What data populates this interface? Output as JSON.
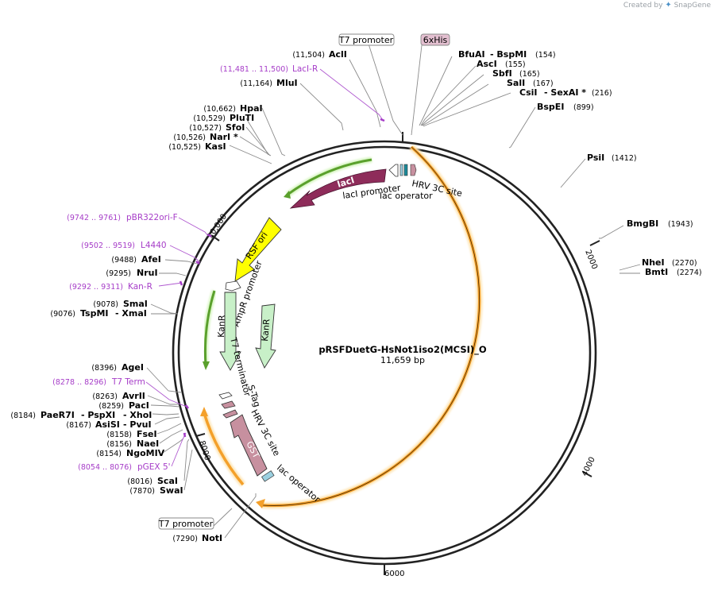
{
  "branding": {
    "created_by": "Created by",
    "product": "SnapGene"
  },
  "plasmid": {
    "name": "pRSFDuetG-HsNot1iso2(MCSI)_O",
    "length": "11,659 bp"
  },
  "ticks": {
    "t2000": "2000",
    "t4000": "4000",
    "t6000": "6000",
    "t8000": "8000",
    "t10000": "10,000"
  },
  "boxed_labels": {
    "t7_promoter_top": "T7 promoter",
    "his_tag": "6xHis",
    "t7_promoter_bottom": "T7 promoter"
  },
  "sites": {
    "acl": {
      "name": "AclI",
      "pos": "(11,504)"
    },
    "mlu": {
      "name": "MluI",
      "pos": "(11,164)"
    },
    "hpa": {
      "name": "HpaI",
      "pos": "(10,662)"
    },
    "plut": {
      "name": "PluTI",
      "pos": "(10,529)"
    },
    "sfo": {
      "name": "SfoI",
      "pos": "(10,527)"
    },
    "nar": {
      "name": "NarI *",
      "pos": "(10,526)"
    },
    "kas": {
      "name": "KasI",
      "pos": "(10,525)"
    },
    "afe": {
      "name": "AfeI",
      "pos": "(9488)"
    },
    "nru": {
      "name": "NruI",
      "pos": "(9295)"
    },
    "sma": {
      "name": "SmaI",
      "pos": "(9078)"
    },
    "tspmi": {
      "name": "TspMI",
      "pos": "(9076)",
      "alt": "- XmaI"
    },
    "age": {
      "name": "AgeI",
      "pos": "(8396)"
    },
    "avr": {
      "name": "AvrII",
      "pos": "(8263)"
    },
    "pac": {
      "name": "PacI",
      "pos": "(8259)"
    },
    "paer": {
      "name": "PaeR7I",
      "pos": "(8184)",
      "alt1": "- PspXI",
      "alt2": "- XhoI"
    },
    "asis": {
      "name": "AsiSI",
      "pos": "(8167)",
      "alt": "- PvuI"
    },
    "fse": {
      "name": "FseI",
      "pos": "(8158)"
    },
    "nae": {
      "name": "NaeI",
      "pos": "(8156)"
    },
    "ngo": {
      "name": "NgoMIV",
      "pos": "(8154)"
    },
    "sca": {
      "name": "ScaI",
      "pos": "(8016)"
    },
    "swa": {
      "name": "SwaI",
      "pos": "(7870)"
    },
    "not": {
      "name": "NotI",
      "pos": "(7290)"
    },
    "bfua": {
      "name": "BfuAI",
      "alt": "- BspMI",
      "pos": "(154)"
    },
    "asc": {
      "name": "AscI",
      "pos": "(155)"
    },
    "sbf": {
      "name": "SbfI",
      "pos": "(165)"
    },
    "sal": {
      "name": "SalI",
      "pos": "(167)"
    },
    "csi": {
      "name": "CsiI",
      "alt": "- SexAI *",
      "pos": "(216)"
    },
    "bspe": {
      "name": "BspEI",
      "pos": "(899)"
    },
    "psi": {
      "name": "PsiI",
      "pos": "(1412)"
    },
    "bmgb": {
      "name": "BmgBI",
      "pos": "(1943)"
    },
    "nhe": {
      "name": "NheI",
      "pos": "(2270)"
    },
    "bmt": {
      "name": "BmtI",
      "pos": "(2274)"
    }
  },
  "primers": {
    "laci_r": {
      "name": "LacI-R",
      "pos": "(11,481 .. 11,500)"
    },
    "pbr": {
      "name": "pBR322ori-F",
      "pos": "(9742 .. 9761)"
    },
    "l4440": {
      "name": "L4440",
      "pos": "(9502 .. 9519)"
    },
    "kan_r": {
      "name": "Kan-R",
      "pos": "(9292 .. 9311)"
    },
    "t7term": {
      "name": "T7 Term",
      "pos": "(8278 .. 8296)"
    },
    "pgex": {
      "name": "pGEX 5'",
      "pos": "(8054 .. 8076)"
    }
  },
  "features": {
    "laci": "lacI",
    "laci_promoter": "lacI promoter",
    "lac_operator_top": "lac operator",
    "hrv_top": "HRV 3C site",
    "rsf_ori": "RSF ori",
    "ampr_promoter": "AmpR promoter",
    "kanr_1": "KanR",
    "kanr_2": "KanR",
    "t7_terminator": "T7 terminator",
    "s_tag": "S-Tag",
    "hrv_bottom": "HRV 3C site",
    "gst": "GST",
    "lac_operator_bottom": "lac operator"
  },
  "colors": {
    "laci": "#8e2c5a",
    "rsf_ori": "#ffff00",
    "kanr": "#c8f0c8",
    "gst": "#c7909f",
    "cds_arc": "#f4a02a",
    "primer": "#a63dc8",
    "backbone": "#222222"
  }
}
